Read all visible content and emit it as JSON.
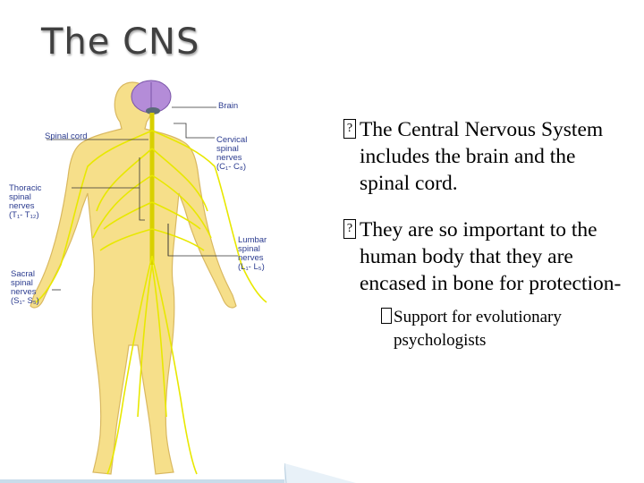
{
  "slide": {
    "title": "The CNS",
    "figure_labels": {
      "brain": "Brain",
      "spinal_cord": "Spinal cord",
      "cervical": [
        "Cervical",
        "spinal",
        "nerves",
        "(C₁- C₈)"
      ],
      "thoracic": [
        "Thoracic",
        "spinal",
        "nerves",
        "(T₁- T₁₂)"
      ],
      "lumbar": [
        "Lumbar",
        "spinal",
        "nerves",
        "(L₁- L₅)"
      ],
      "sacral": [
        "Sacral",
        "spinal",
        "nerves",
        "(S₁- S₅)"
      ]
    },
    "bullets": [
      {
        "text": "The Central Nervous System includes the brain and the spinal cord."
      },
      {
        "text": "They are so important to the human body that they are encased in bone for protection-"
      }
    ],
    "sub_bullets": [
      {
        "text": "Support for evolutionary psychologists"
      }
    ],
    "colors": {
      "body": "#f6df8a",
      "nerve": "#e8e800",
      "brain": "#b48cd8",
      "label": "#2b3b8f"
    }
  }
}
